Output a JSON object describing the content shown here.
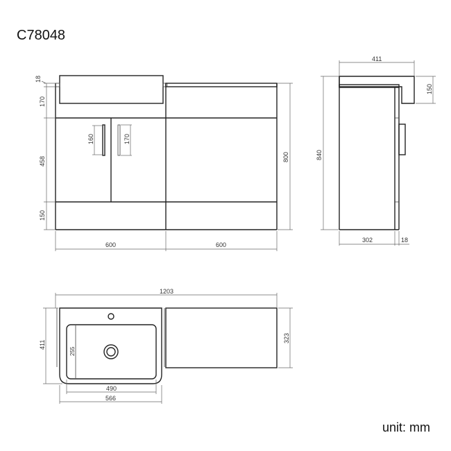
{
  "title": "C78048",
  "unit_label": "unit: mm",
  "front_view": {
    "dims": {
      "top_thickness": "18",
      "basin_height": "170",
      "door_height": "458",
      "plinth_height": "150",
      "handle_left": "160",
      "handle_right": "170",
      "total_height": "800",
      "left_width": "600",
      "right_width": "600"
    }
  },
  "side_view": {
    "dims": {
      "depth_top": "411",
      "basin_drop": "150",
      "total_height": "840",
      "carcass_depth": "302",
      "door_thickness": "18"
    }
  },
  "top_view": {
    "dims": {
      "total_width": "1203",
      "depth": "411",
      "right_depth": "323",
      "bowl_depth": "255",
      "bowl_width": "490",
      "basin_width": "566"
    }
  }
}
